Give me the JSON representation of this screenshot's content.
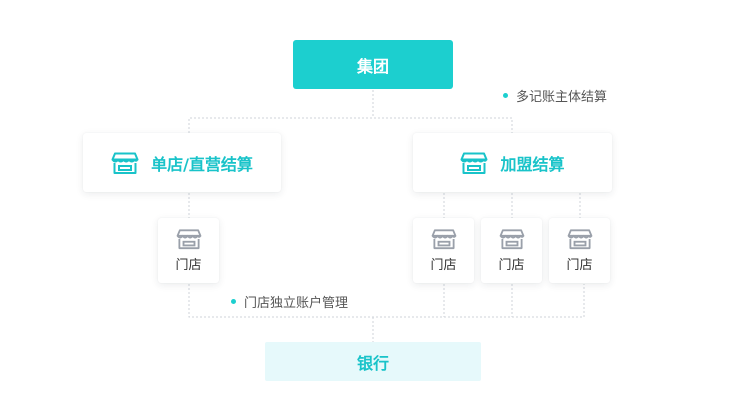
{
  "root": {
    "label": "集团"
  },
  "notes": {
    "multi_entity": "多记账主体结算",
    "store_accounts": "门店独立账户管理"
  },
  "branches": {
    "single_direct": {
      "label": "单店/直营结算",
      "icon": "storefront-icon"
    },
    "franchise": {
      "label": "加盟结算",
      "icon": "storefront-icon"
    }
  },
  "stores": [
    {
      "label": "门店",
      "icon": "storefront-icon"
    },
    {
      "label": "门店",
      "icon": "storefront-icon"
    },
    {
      "label": "门店",
      "icon": "storefront-icon"
    },
    {
      "label": "门店",
      "icon": "storefront-icon"
    }
  ],
  "bank": {
    "label": "银行"
  },
  "colors": {
    "accent": "#1ccfcf",
    "accent_text": "#19c3c9",
    "bank_bg": "#e6f9fb",
    "store_icon": "#9aa0aa",
    "connector": "#cfd3da"
  }
}
